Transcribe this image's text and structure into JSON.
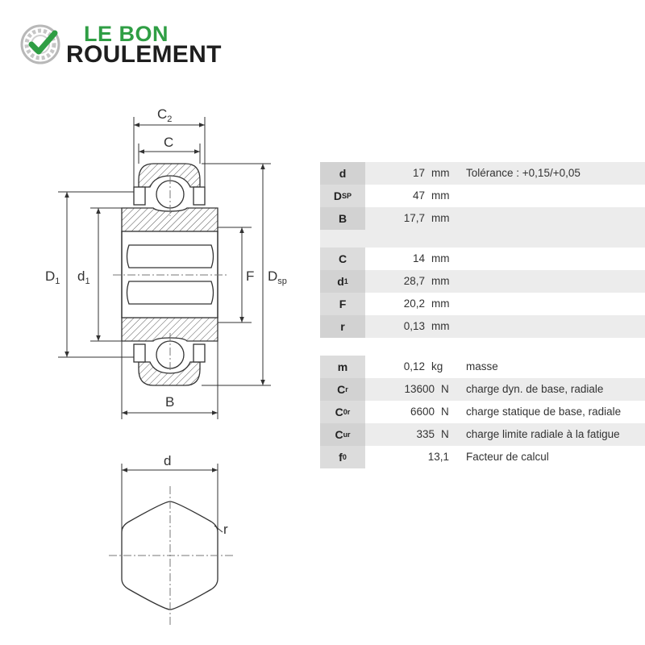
{
  "brand": {
    "line1": "LE BON",
    "line2": "ROULEMENT",
    "green": "#2f9e44",
    "dark": "#1e1e1e"
  },
  "section_drawing": {
    "labels": {
      "C2": "C",
      "C2_sub": "2",
      "C": "C",
      "D1": "D",
      "D1_sub": "1",
      "d1": "d",
      "d1_sub": "1",
      "F": "F",
      "Dsp": "D",
      "Dsp_sub": "sp",
      "B": "B"
    }
  },
  "bore_drawing": {
    "labels": {
      "d": "d",
      "r": "r"
    }
  },
  "specs": {
    "group1": [
      {
        "sym": "d",
        "sub": "",
        "value": "17",
        "unit": "mm",
        "desc": "Tolérance : +0,15/+0,05"
      },
      {
        "sym": "D",
        "sub": "SP",
        "value": "47",
        "unit": "mm",
        "desc": ""
      },
      {
        "sym": "B",
        "sub": "",
        "value": "17,7",
        "unit": "mm",
        "desc": ""
      }
    ],
    "group2": [
      {
        "sym": "C",
        "sub": "",
        "value": "14",
        "unit": "mm",
        "desc": ""
      },
      {
        "sym": "d",
        "sub": "1",
        "value": "28,7",
        "unit": "mm",
        "desc": ""
      },
      {
        "sym": "F",
        "sub": "",
        "value": "20,2",
        "unit": "mm",
        "desc": ""
      },
      {
        "sym": "r",
        "sub": "",
        "value": "0,13",
        "unit": "mm",
        "desc": ""
      }
    ],
    "group3": [
      {
        "sym": "m",
        "sub": "",
        "value": "0,12",
        "unit": "kg",
        "desc": "masse"
      },
      {
        "sym": "C",
        "sub": "r",
        "value": "13600",
        "unit": "N",
        "desc": "charge dyn. de base, radiale"
      },
      {
        "sym": "C",
        "sub": "0r",
        "value": "6600",
        "unit": "N",
        "desc": "charge statique de base, radiale"
      },
      {
        "sym": "C",
        "sub": "ur",
        "value": "335",
        "unit": "N",
        "desc": "charge limite radiale à la fatigue"
      },
      {
        "sym": "f",
        "sub": "0",
        "value": "13,1",
        "unit": "",
        "desc": "Facteur de calcul"
      }
    ]
  }
}
